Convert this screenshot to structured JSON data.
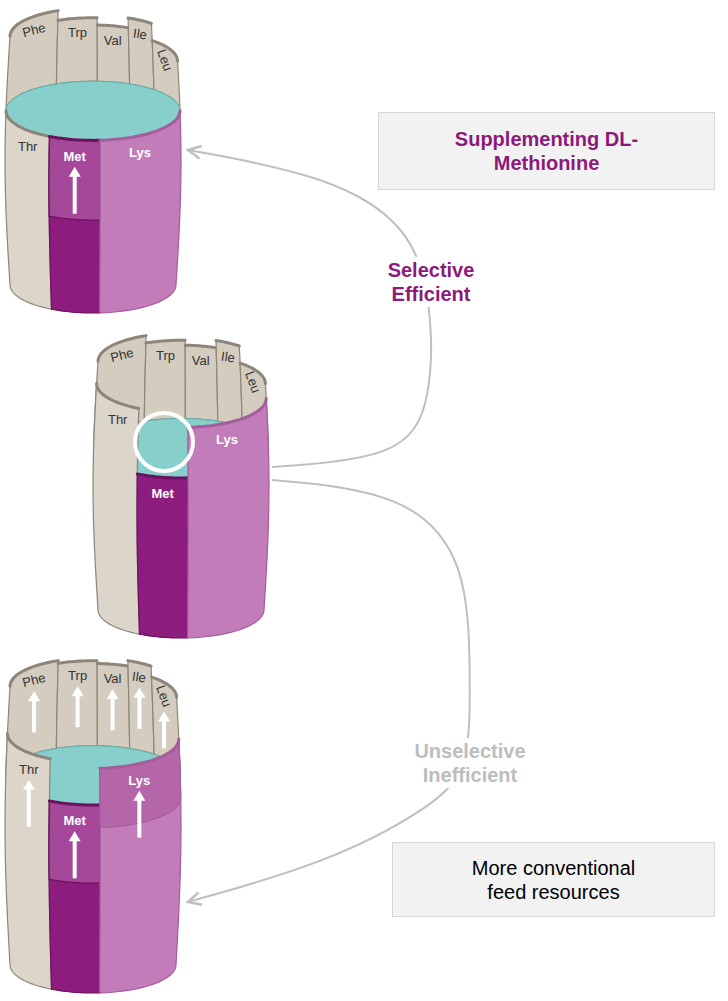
{
  "diagram": {
    "nodes": [
      {
        "text": [
          "Phe",
          "Trp",
          "Val",
          "Ile",
          "Leu",
          "Thr",
          "Met",
          "Lys"
        ]
      },
      {
        "text": [
          "Supplementing DL-Methionine"
        ]
      },
      {
        "text": [
          "Phe",
          "Trp",
          "Val",
          "Ile",
          "Leu",
          "Thr",
          "Met",
          "Lys"
        ]
      },
      {
        "text": [
          "Phe",
          "Trp",
          "Val",
          "Ile",
          "Leu",
          "Thr",
          "Met",
          "Lys"
        ]
      },
      {
        "text": [
          "More conventional feed resources"
        ]
      }
    ],
    "edges": [
      {
        "from": 2,
        "to": 0,
        "arrow": "to",
        "label": "Selective Efficient"
      },
      {
        "from": 2,
        "to": 3,
        "arrow": "to",
        "label": "Unselective Inefficient"
      }
    ]
  }
}
